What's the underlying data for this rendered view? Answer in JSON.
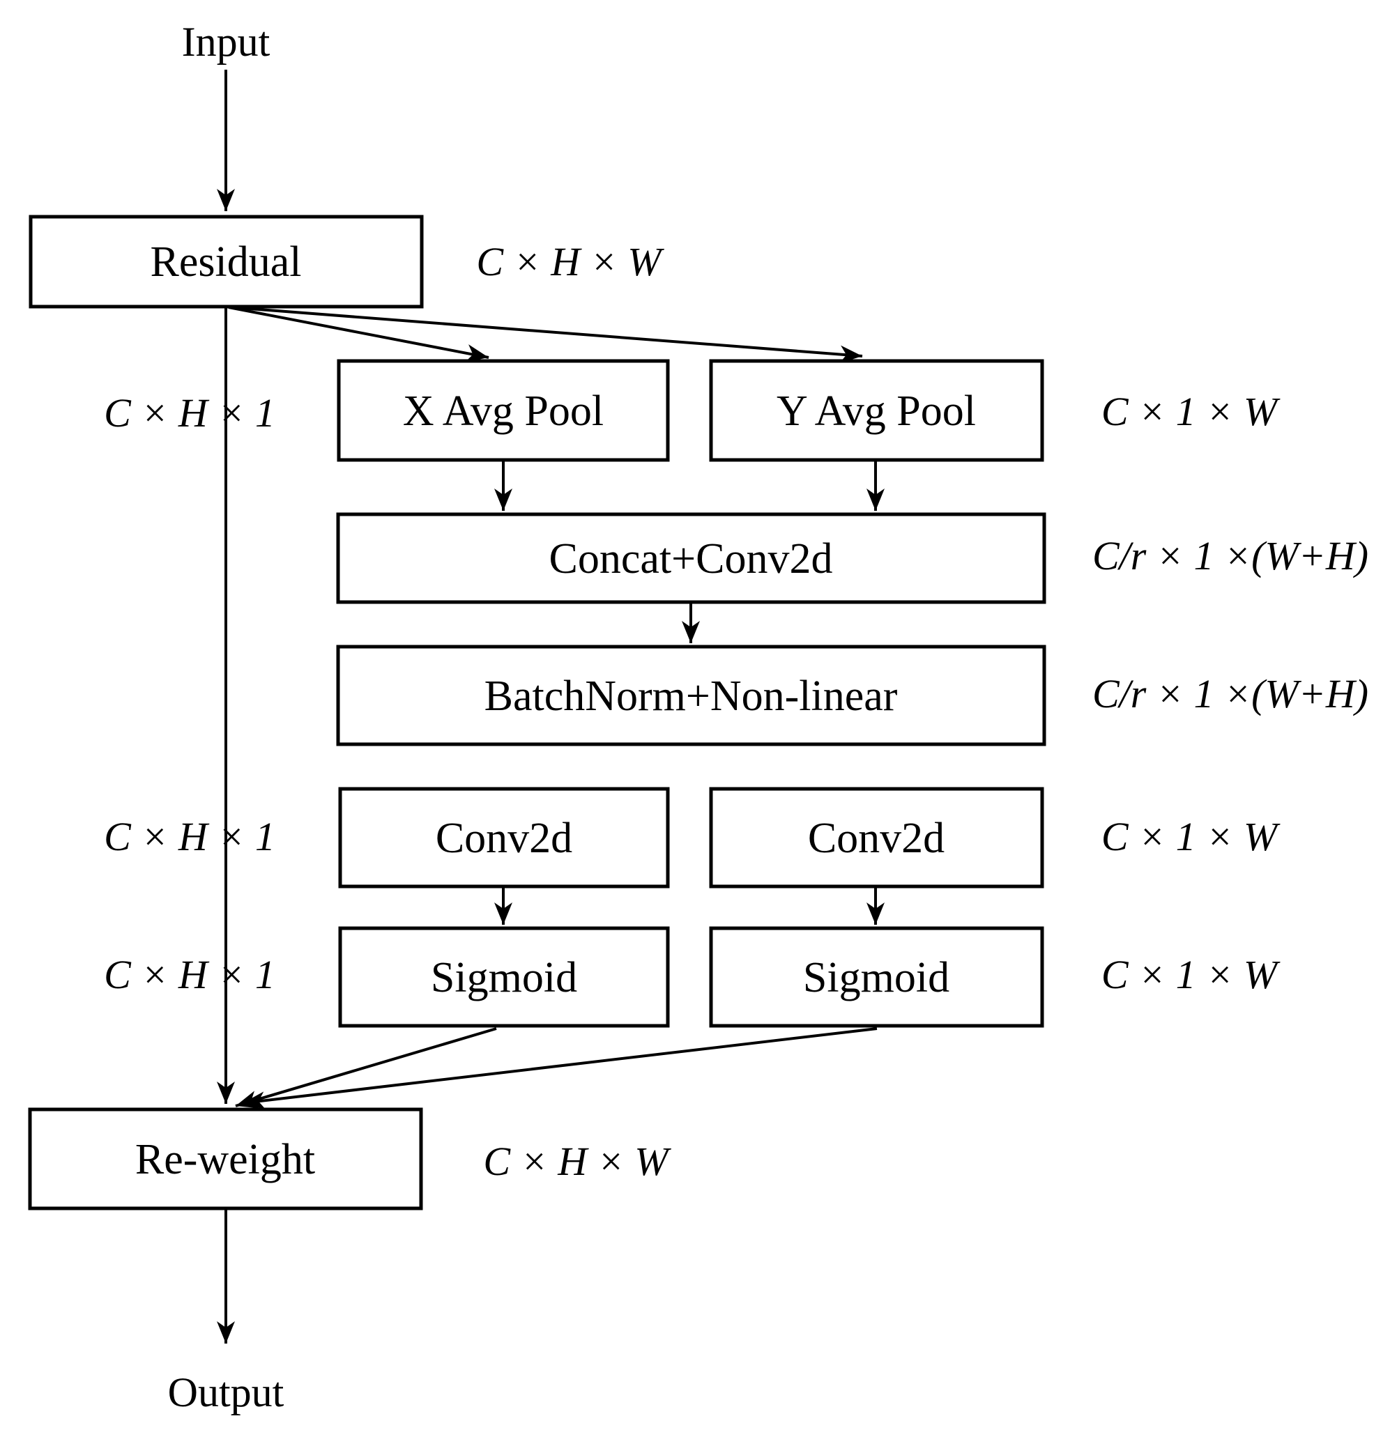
{
  "figure": {
    "background_color": "#ffffff",
    "ink_color": "#000000",
    "type": "flow-diagram"
  },
  "nodes": {
    "input": {
      "label": "Input"
    },
    "residual": {
      "label": "Residual"
    },
    "x_avg_pool": {
      "label": "X Avg Pool"
    },
    "y_avg_pool": {
      "label": "Y Avg Pool"
    },
    "concat_conv2d": {
      "label": "Concat+Conv2d"
    },
    "batchnorm_nonlinear": {
      "label": "BatchNorm+Non-linear"
    },
    "conv2d_left": {
      "label": "Conv2d"
    },
    "conv2d_right": {
      "label": "Conv2d"
    },
    "sigmoid_left": {
      "label": "Sigmoid"
    },
    "sigmoid_right": {
      "label": "Sigmoid"
    },
    "re_weight": {
      "label": "Re-weight"
    },
    "output": {
      "label": "Output"
    }
  },
  "dims": {
    "residual_out": "C × H × W",
    "x_pool_out": "C × H × 1",
    "y_pool_out": "C × 1 × W",
    "concat_out": "C/r × 1 ×(W+H)",
    "batchnorm_out": "C/r × 1 ×(W+H)",
    "conv2d_left_out": "C × H × 1",
    "conv2d_right_out": "C × 1 × W",
    "sigmoid_left_out": "C × H × 1",
    "sigmoid_right_out": "C × 1 × W",
    "re_weight_out": "C × H × W"
  }
}
